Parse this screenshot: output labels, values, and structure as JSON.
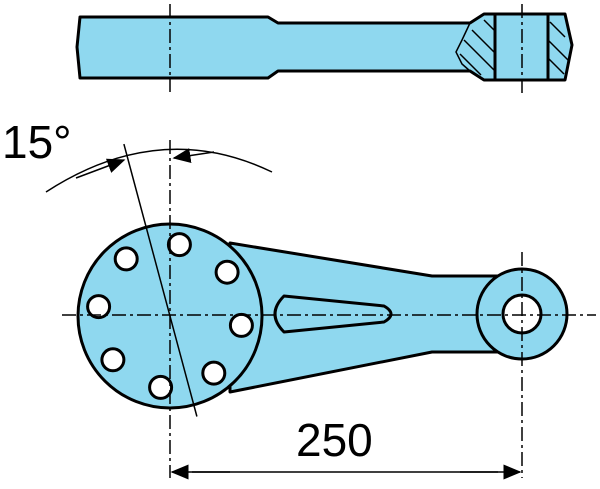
{
  "colors": {
    "part_fill": "#8fd8ef",
    "line": "#000000",
    "background": "#ffffff"
  },
  "angle_dimension": {
    "text": "15°",
    "degrees": 15
  },
  "length_dimension": {
    "text": "250",
    "value": 250
  },
  "bolt_holes": {
    "count": 8
  }
}
